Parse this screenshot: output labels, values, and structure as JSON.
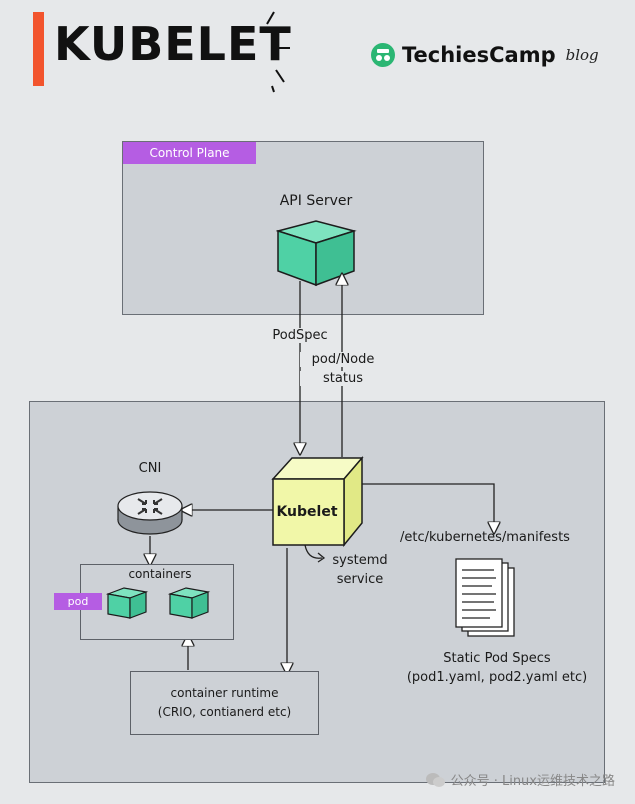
{
  "header": {
    "title": "KUBELET",
    "brand_name": "TechiesCamp",
    "brand_suffix": "blog"
  },
  "control_plane": {
    "tag": "Control Plane",
    "api_server_label": "API Server"
  },
  "arrows": {
    "podspec_label": "PodSpec",
    "status_label_line1": "pod/Node",
    "status_label_line2": "status"
  },
  "node": {
    "kubelet_label": "Kubelet",
    "cni_label": "CNI",
    "systemd_line1": "systemd",
    "systemd_line2": "service",
    "manifests_path": "/etc/kubernetes/manifests",
    "containers_label": "containers",
    "pod_tag": "pod",
    "runtime_line1": "container runtime",
    "runtime_line2": "(CRIO, contianerd etc)",
    "static_line1": "Static Pod Specs",
    "static_line2": "(pod1.yaml, pod2.yaml etc)"
  },
  "footer": {
    "text": "公众号 · Linux运维技术之路"
  },
  "colors": {
    "accent_orange": "#f2542d",
    "tag_purple": "#b55de3",
    "cube_green": "#4fd1a5",
    "kubelet_yellow": "#f1f7a8"
  }
}
